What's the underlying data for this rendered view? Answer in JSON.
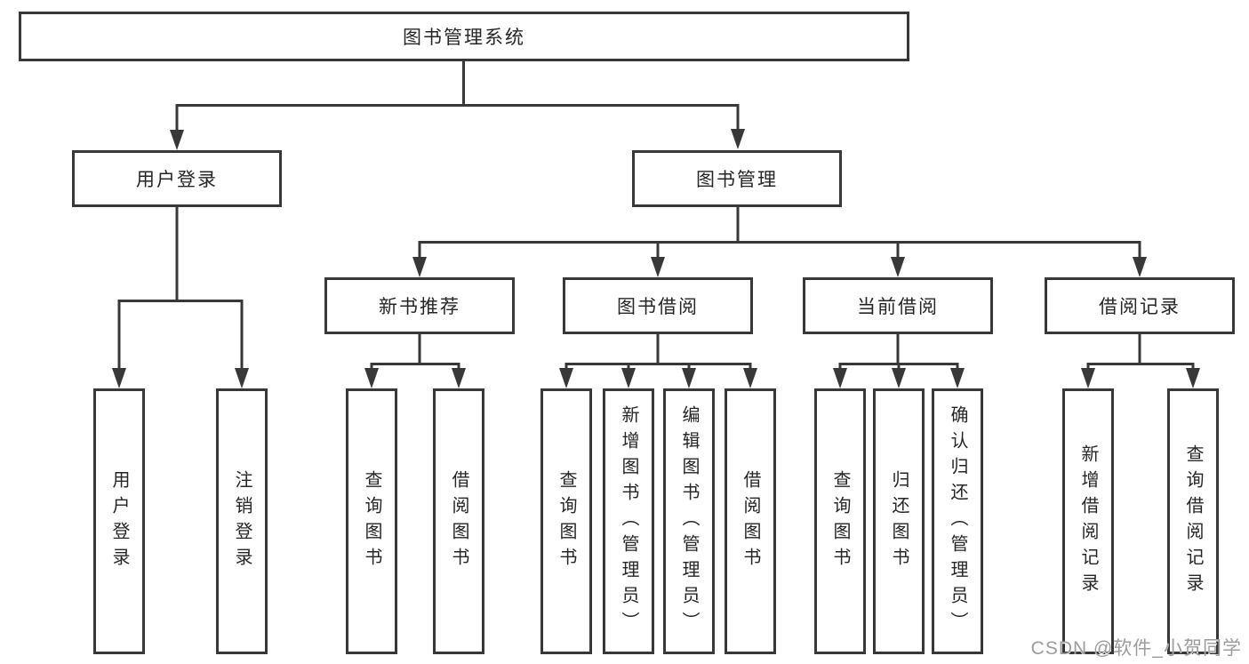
{
  "nodes": {
    "root": "图书管理系统",
    "level2": [
      "用户登录",
      "图书管理"
    ],
    "level3": [
      "新书推荐",
      "图书借阅",
      "当前借阅",
      "借阅记录"
    ],
    "leaves": {
      "user_login": [
        "用户登录",
        "注销登录"
      ],
      "new_books": [
        "查询图书",
        "借阅图书"
      ],
      "book_borrow": [
        "查询图书",
        "新增图书（管理员）",
        "编辑图书（管理员）",
        "借阅图书"
      ],
      "current_borrow": [
        "查询图书",
        "归还图书",
        "确认归还（管理员）"
      ],
      "borrow_records": [
        "新增借阅记录",
        "查询借阅记录"
      ]
    }
  },
  "watermark": "CSDN @软件_小贺同学",
  "colors": {
    "line": "#383838",
    "text": "#262626",
    "background": "#ffffff",
    "watermark": "#9c9c9c"
  }
}
